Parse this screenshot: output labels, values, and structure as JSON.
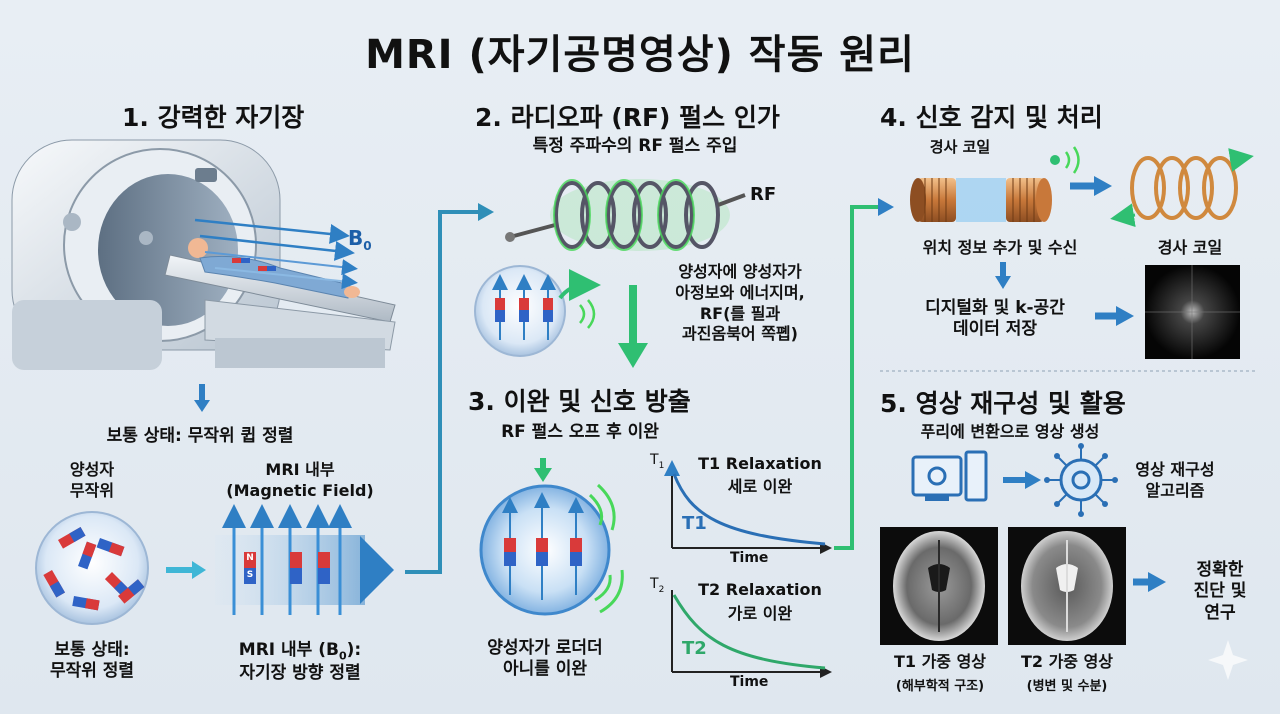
{
  "title": "MRI (자기공명영상) 작동 원리",
  "colors": {
    "arrow_blue": "#2f7fc4",
    "arrow_green": "#2fbf72",
    "north": "#d93a3a",
    "south": "#2f63c6"
  },
  "s1": {
    "heading": "1. 강력한 자기장",
    "b0": "B",
    "b0_sub": "0",
    "normal_state": "보통 상태: 무작위 큅 정렬",
    "protons_random": "양성자\n무작위",
    "mri_inside": "MRI 내부\n(Magnetic Field)",
    "normal_state2": "보통 상태:\n무작위 정렬",
    "mri_inside_b0": "MRI 내부 (B",
    "mri_inside_b0_sub": "0",
    "mri_inside_b0_tail": "):",
    "aligned": "자기장 방향 정렬",
    "magnet_n": "N",
    "magnet_s": "S"
  },
  "s2": {
    "heading": "2. 라디오파 (RF) 펄스 인가",
    "subheading": "특정 주파수의 RF 펄스 주입",
    "rf": "RF",
    "desc": "양성자에 양성자가\n아정보와 에너지며,\nRF(를 필과\n과진옴북어 쪽폡)"
  },
  "s3": {
    "heading": "3. 이완 및 신호 방출",
    "subheading": "RF 펄스 오프 후 이완",
    "caption": "양성자가 로더더\n아니를 이완",
    "t1_axis": "T",
    "t1_axis_sub": "1",
    "t1_title": "T1 Relaxation",
    "t1_sub": "세로 이완",
    "t1_label": "T1",
    "t2_axis": "T",
    "t2_axis_sub": "2",
    "t2_title": "T2 Relaxation",
    "t2_sub": "가로 이완",
    "t2_label": "T2",
    "time": "Time"
  },
  "s4": {
    "heading": "4. 신호 감지 및 처리",
    "coil_label_top": "경사 코일",
    "position_info": "위치 정보 추가 및 수신",
    "coil_label_right": "경사 코일",
    "digitize": "디지털화 및 k-공간\n데이터 저장"
  },
  "s5": {
    "heading": "5. 영상 재구성 및 활용",
    "subheading": "푸리에 변환으로 영상 생성",
    "algorithm": "영상 재구성\n알고리즘",
    "t1_image": "T1 가중 영상",
    "t1_image_sub": "(해부학적 구조)",
    "t2_image": "T2 가중 영상",
    "t2_image_sub": "(병변 및 수분)",
    "outcome": "정확한\n진단 및\n연구"
  }
}
